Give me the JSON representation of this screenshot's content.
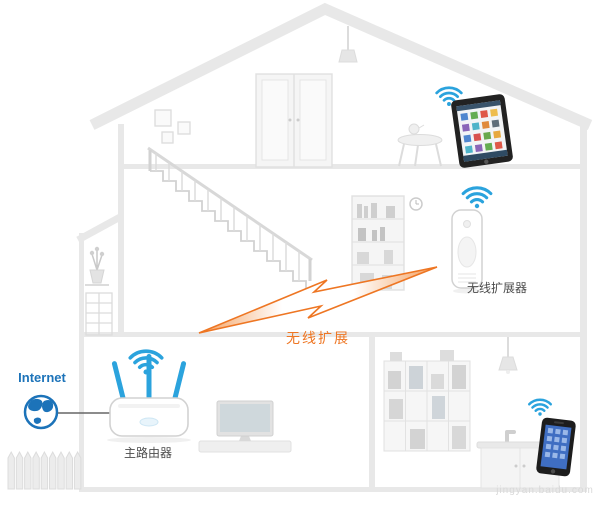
{
  "labels": {
    "internet": "Internet",
    "main_router": "主路由器",
    "wireless_extension": "无线扩展",
    "wireless_extender": "无线扩展器"
  },
  "watermark": "jingyan.baidu.com",
  "colors": {
    "wifi_blue": "#2ba3dd",
    "internet_blue": "#1c73b9",
    "orange": "#ee7623",
    "house_fill": "#e8e8e8",
    "house_line": "#dcdcdc",
    "text_dark": "#4c4c4c",
    "watermark_gray": "#d9d9d9"
  }
}
